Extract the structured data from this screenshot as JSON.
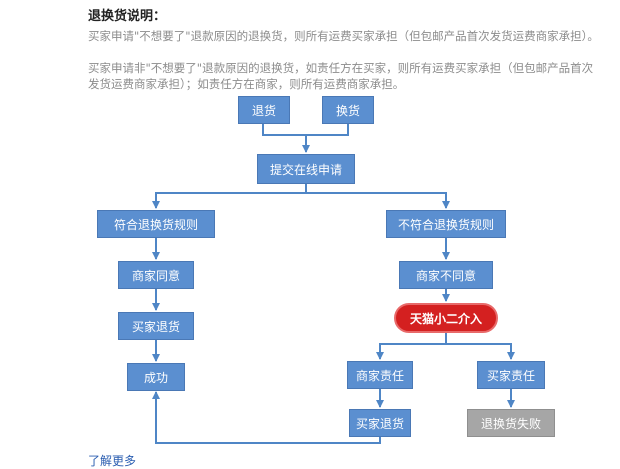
{
  "title": "退换货说明：",
  "paragraphs": [
    "买家申请\"不想要了\"退款原因的退换货，则所有运费买家承担（但包邮产品首次发货运费商家承担）。",
    "买家申请非\"不想要了\"退款原因的退换货，如责任方在买家，则所有运费买家承担（但包邮产品首次发货运费商家承担）；如责任方在商家，则所有运费商家承担。"
  ],
  "flow": {
    "return": "退货",
    "exchange": "换货",
    "submit": "提交在线申请",
    "meets_rules": "符合退换货规则",
    "not_meets_rules": "不符合退换货规则",
    "merchant_agree": "商家同意",
    "merchant_disagree": "商家不同意",
    "buyer_return_left": "买家退货",
    "tmall_intervene": "天猫小二介入",
    "success": "成功",
    "merchant_fault": "商家责任",
    "buyer_fault": "买家责任",
    "buyer_return_right": "买家退货",
    "fail": "退换货失败"
  },
  "colors": {
    "node_blue": "#5b8fd0",
    "arrow_blue": "#4f86c6",
    "alert_red": "#d42020",
    "fail_gray": "#a6a6a6",
    "link_blue": "#2a5db0"
  },
  "more_link": "了解更多"
}
